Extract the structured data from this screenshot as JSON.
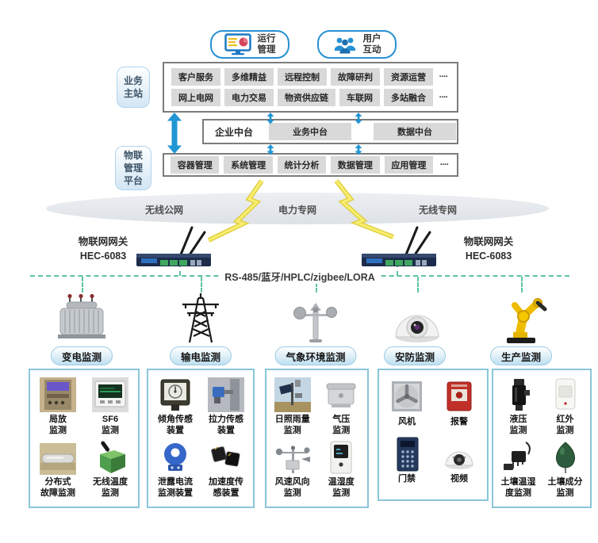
{
  "colors": {
    "accent_blue": "#2791d4",
    "box_border_gray": "#7c7c7c",
    "cell_gray": "#d9d9d9",
    "dash_teal": "#5ec3a1",
    "lightning_yellow": "#f2e24d",
    "device_box_border": "#8ac6da"
  },
  "header": {
    "operation_box": {
      "label": "运行\n管理",
      "icon": "monitor-chart-icon"
    },
    "interaction_box": {
      "label": "用户\n互动",
      "icon": "users-icon"
    }
  },
  "business_station": {
    "side_label": "业务\n主站",
    "row1": [
      "客户服务",
      "多维精益",
      "远程控制",
      "故障研判",
      "资源运营"
    ],
    "row1_more": "····",
    "row2": [
      "网上电网",
      "电力交易",
      "物资供应链",
      "车联网",
      "多站融合"
    ],
    "row2_more": "····"
  },
  "enterprise_platform": {
    "title": "企业中台",
    "cells": [
      "业务中台",
      "数据中台"
    ]
  },
  "iot_platform": {
    "side_label": "物联\n管理\n平台",
    "cells": [
      "容器管理",
      "系统管理",
      "统计分析",
      "数据管理",
      "应用管理"
    ],
    "more": "····"
  },
  "network_cloud": {
    "labels": [
      "无线公网",
      "电力专网",
      "无线专网"
    ]
  },
  "gateways": {
    "left": {
      "name": "物联网网关",
      "model": "HEC-6083",
      "icon": "router-gateway-icon"
    },
    "right": {
      "name": "物联网网关",
      "model": "HEC-6083",
      "icon": "router-gateway-icon"
    }
  },
  "protocol_label": "RS-485/蓝牙/HPLC/zigbee/LORA",
  "categories": [
    {
      "label": "变电监测",
      "icon": "transformer-icon",
      "devices": [
        {
          "label": "局放\n监测",
          "icon": "partial-discharge-image"
        },
        {
          "label": "SF6\n监测",
          "icon": "sf6-monitor-image"
        },
        {
          "label": "分布式\n故障监测",
          "icon": "distributed-fault-image"
        },
        {
          "label": "无线温度\n监测",
          "icon": "wireless-temperature-image"
        }
      ]
    },
    {
      "label": "输电监测",
      "icon": "transmission-tower-icon",
      "devices": [
        {
          "label": "倾角传感\n装置",
          "icon": "tilt-sensor-image"
        },
        {
          "label": "拉力传感\n装置",
          "icon": "tension-sensor-image"
        },
        {
          "label": "泄露电流\n监测装置",
          "icon": "leakage-current-image"
        },
        {
          "label": "加速度传\n感装置",
          "icon": "acceleration-sensor-image"
        }
      ]
    },
    {
      "label": "气象环境监测",
      "icon": "anemometer-icon",
      "devices": [
        {
          "label": "日照雨量\n监测",
          "icon": "sunshine-rainfall-image"
        },
        {
          "label": "气压\n监测",
          "icon": "air-pressure-image"
        },
        {
          "label": "风速风向\n监测",
          "icon": "wind-sensor-image"
        },
        {
          "label": "温湿度\n监测",
          "icon": "temp-humidity-image"
        }
      ]
    },
    {
      "label": "安防监测",
      "icon": "dome-camera-icon",
      "devices": [
        {
          "label": "风机",
          "icon": "fan-image"
        },
        {
          "label": "报警",
          "icon": "alarm-image"
        },
        {
          "label": "门禁",
          "icon": "access-control-image"
        },
        {
          "label": "视频",
          "icon": "video-camera-image"
        }
      ]
    },
    {
      "label": "生产监测",
      "icon": "robot-arm-icon",
      "devices": [
        {
          "label": "液压\n监测",
          "icon": "hydraulic-image"
        },
        {
          "label": "红外\n监测",
          "icon": "infrared-image"
        },
        {
          "label": "土壤温湿\n度监测",
          "icon": "soil-temp-humidity-image"
        },
        {
          "label": "土壤成分\n监测",
          "icon": "soil-composition-image"
        }
      ]
    }
  ]
}
